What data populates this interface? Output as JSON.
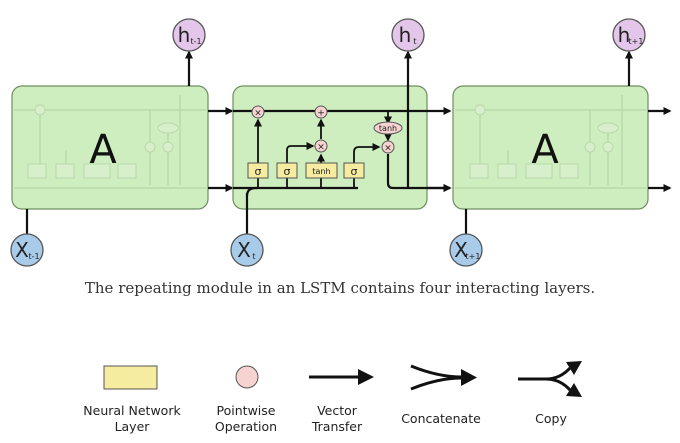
{
  "cells": {
    "left_label": "A",
    "right_label": "A"
  },
  "gates": {
    "sigma1": "σ",
    "sigma2": "σ",
    "tanh_layer": "tanh",
    "sigma3": "σ",
    "tanh_op": "tanh",
    "mul": "×",
    "add": "+"
  },
  "states": {
    "h_prev": {
      "main": "h",
      "sub": "t-1"
    },
    "h_curr": {
      "main": "h",
      "sub": "t"
    },
    "h_next": {
      "main": "h",
      "sub": "t+1"
    },
    "x_prev": {
      "main": "X",
      "sub": "t-1"
    },
    "x_curr": {
      "main": "X",
      "sub": "t"
    },
    "x_next": {
      "main": "X",
      "sub": "t+1"
    }
  },
  "caption": "The repeating module in an LSTM contains four interacting layers.",
  "legend": {
    "neural_network_layer": [
      "Neural Network",
      "Layer"
    ],
    "pointwise_operation": [
      "Pointwise",
      "Operation"
    ],
    "vector_transfer": [
      "Vector",
      "Transfer"
    ],
    "concatenate": [
      "Concatenate"
    ],
    "copy": [
      "Copy"
    ]
  },
  "colors": {
    "cell_fill": "#cfeec0",
    "layer_fill": "#f5ec9f",
    "pointwise_fill": "#f6d3d1",
    "h_fill": "#e3c6e9",
    "x_fill": "#a8cbe9"
  }
}
